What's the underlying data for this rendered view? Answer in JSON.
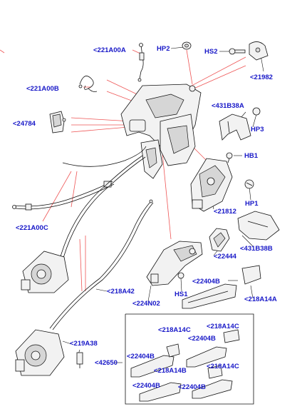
{
  "labels": {
    "l221A00A": "<221A00A",
    "lHP2": "HP2",
    "lHS2": "HS2",
    "l21982": "<21982",
    "l221A00B": "<221A00B",
    "l431B38A": "<431B38A",
    "lHP3": "HP3",
    "l24784": "<24784",
    "lHB1": "HB1",
    "lHP1": "HP1",
    "l21812": "<21812",
    "l221A00C": "<221A00C",
    "l431B38B": "<431B38B",
    "l22444": "<22444",
    "l22404B_a": "<22404B",
    "l218A42": "<218A42",
    "lHS1": "HS1",
    "l224N02": "<224N02",
    "l218A14A": "<218A14A",
    "l218A14C_a": "<218A14C",
    "l218A14C_b": "<218A14C",
    "l22404B_b": "<22404B",
    "l219A38": "<219A38",
    "l22404B_c": "<22404B",
    "l42650": "<42650",
    "l218A14B": "<218A14B",
    "l218A14C_c": "<218A14C",
    "l22404B_d": "<22404B",
    "l22404B_e": "<22404B"
  },
  "colors": {
    "label": "#1818c8",
    "leader": "#ee5555",
    "line": "#111111"
  }
}
